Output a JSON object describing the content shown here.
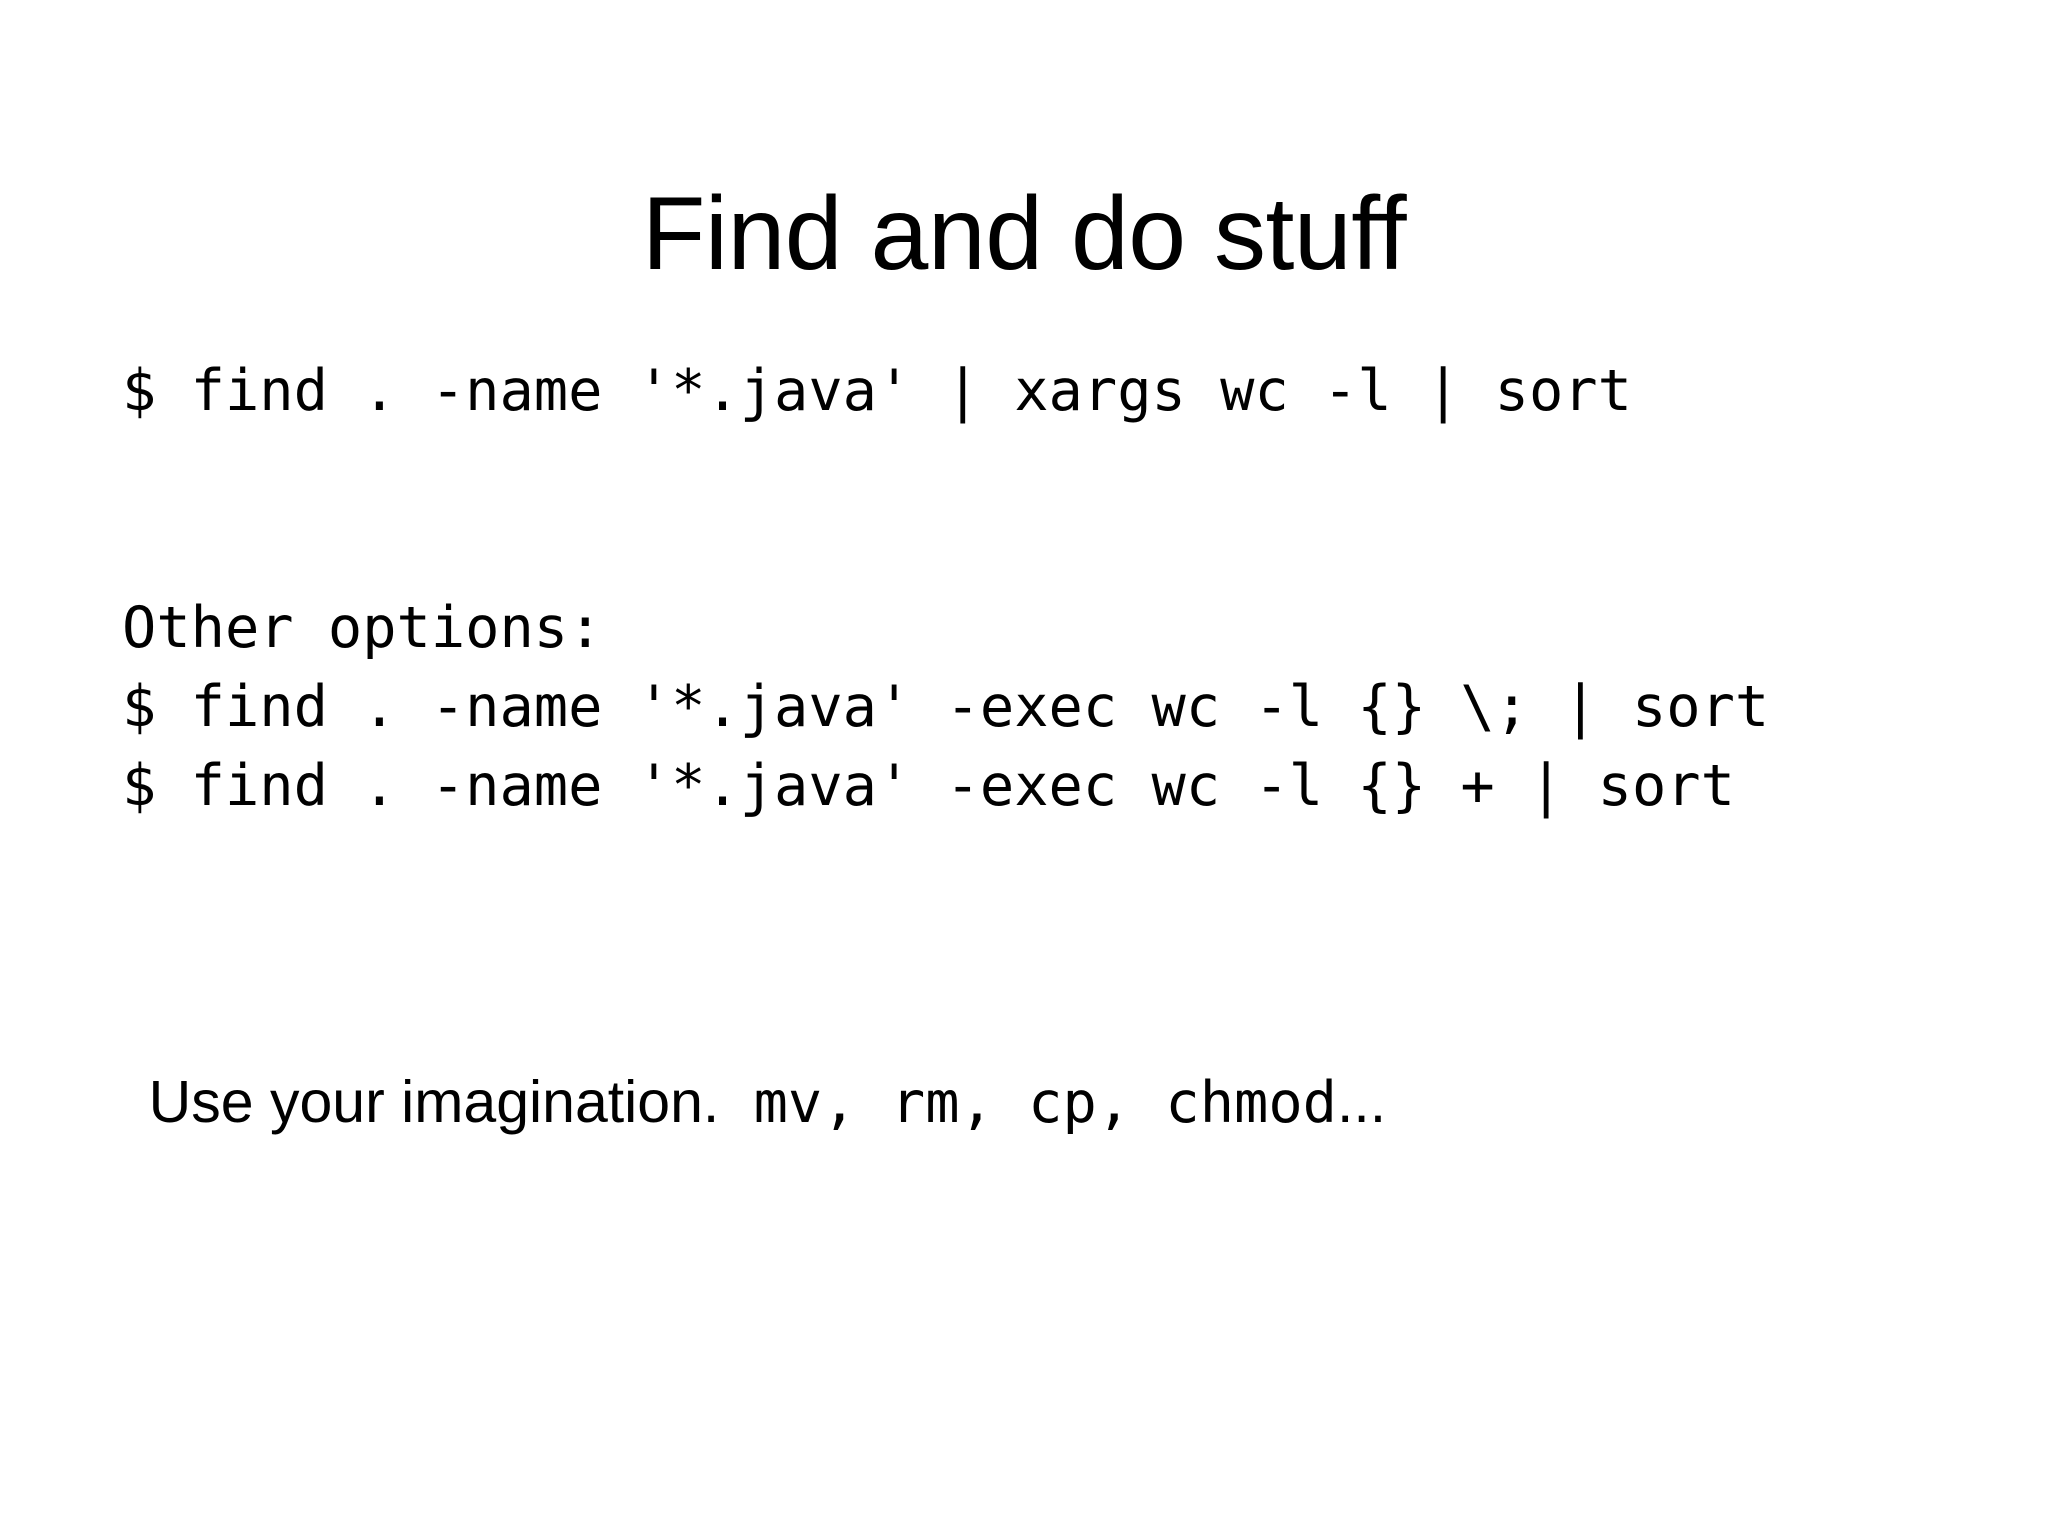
{
  "slide": {
    "title": "Find and do stuff",
    "background_color": "#ffffff",
    "text_color": "#000000"
  },
  "body": {
    "primary_command": "$ find . -name '*.java' | xargs wc -l | sort",
    "other_options_heading": "Other options:",
    "alternative_commands": [
      "$ find . -name '*.java' -exec wc -l {} \\; | sort",
      "$ find . -name '*.java' -exec wc -l {} + | sort"
    ],
    "closing": {
      "sentence": "Use your imagination.",
      "commands": " mv, rm, cp, chmod",
      "ellipsis": "..."
    }
  }
}
